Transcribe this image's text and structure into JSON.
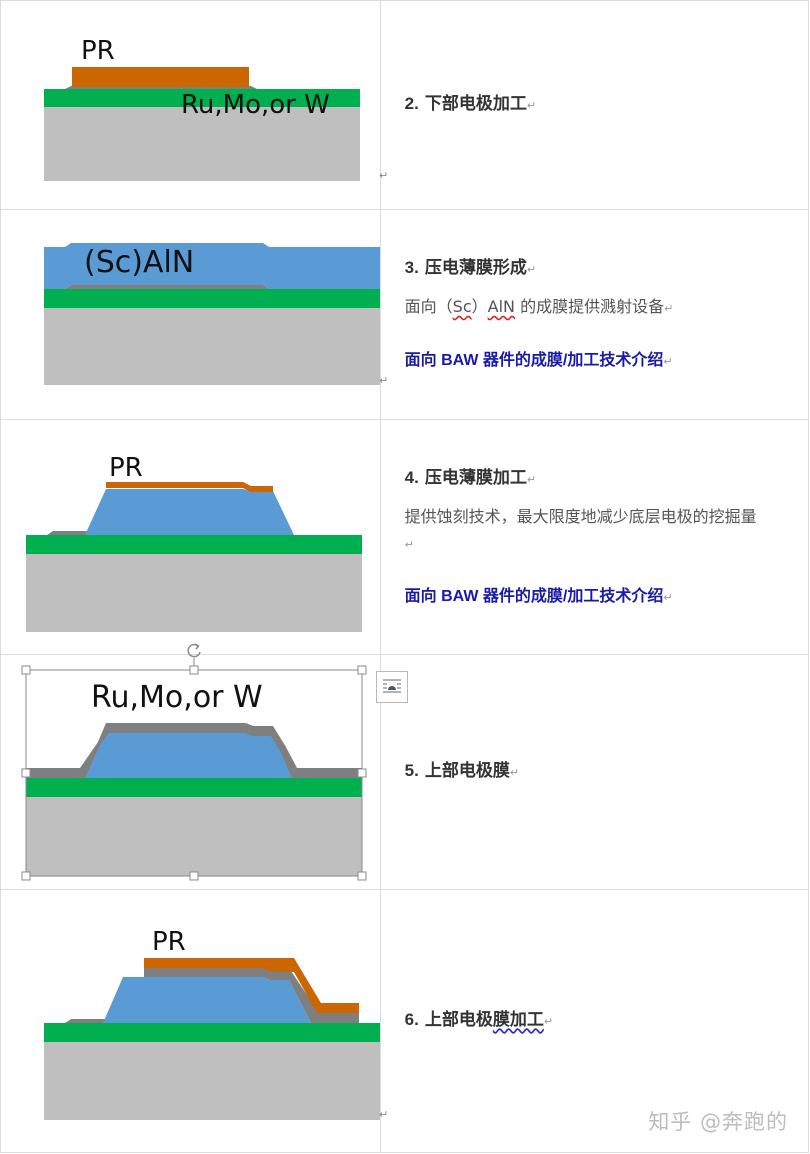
{
  "colors": {
    "substrate": "#bfbfbf",
    "bottom_electrode": "#00b050",
    "metal": "#7f7f7f",
    "piezo": "#5b9bd5",
    "photoresist": "#cc6600",
    "title_text": "#333333",
    "desc_text": "#555555",
    "link_text": "#1a1aa8",
    "border": "#dcdcdc"
  },
  "rows": [
    {
      "diagram": {
        "labels": [
          "PR",
          "Ru,Mo,or W"
        ]
      },
      "step_number": "2.",
      "title": "下部电极加工",
      "description": null,
      "link": null
    },
    {
      "diagram": {
        "labels": [
          "(Sc)AlN"
        ]
      },
      "step_number": "3.",
      "title": "压电薄膜形成",
      "description_parts": [
        "面向（",
        "Sc",
        "）",
        "AlN",
        " 的成膜提供溅射设备"
      ],
      "link": "面向 BAW 器件的成膜/加工技术介绍"
    },
    {
      "diagram": {
        "labels": [
          "PR"
        ]
      },
      "step_number": "4.",
      "title": "压电薄膜加工",
      "description": "提供蚀刻技术，最大限度地减少底层电极的挖掘量",
      "link": "面向 BAW 器件的成膜/加工技术介绍"
    },
    {
      "diagram": {
        "labels": [
          "Ru,Mo,or W"
        ],
        "selected": true
      },
      "step_number": "5.",
      "title": "上部电极膜",
      "description": null,
      "link": null
    },
    {
      "diagram": {
        "labels": [
          "PR"
        ]
      },
      "step_number": "6.",
      "title_parts": [
        "上部电极",
        "膜加工"
      ],
      "description": null,
      "link": null
    }
  ],
  "paragraph_mark": "↵",
  "watermark": "知乎 @奔跑的"
}
